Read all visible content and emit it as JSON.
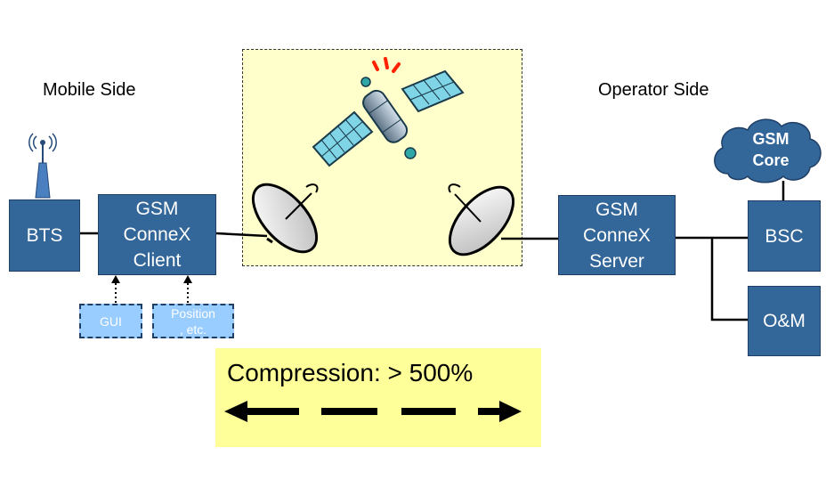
{
  "labels": {
    "mobile_side": "Mobile Side",
    "operator_side": "Operator Side"
  },
  "nodes": {
    "bts": "BTS",
    "client": "GSM\nConneX\nClient",
    "server": "GSM\nConneX\nServer",
    "bsc": "BSC",
    "om": "O&M",
    "gsm_core": "GSM\nCore",
    "gui": "GUI",
    "position": "Position\n, etc."
  },
  "compression": {
    "text": "Compression: > 500%"
  },
  "icons": [
    "antenna-tower-icon",
    "satellite-icon",
    "dish-antenna-icon",
    "cloud-icon",
    "arrow-icon"
  ],
  "colors": {
    "node_fill": "#336699",
    "dashed_fill": "#99ccff",
    "satellite_zone": "#ffffcc",
    "compression_fill": "#ffff99",
    "signal_red": "#ff2200"
  }
}
